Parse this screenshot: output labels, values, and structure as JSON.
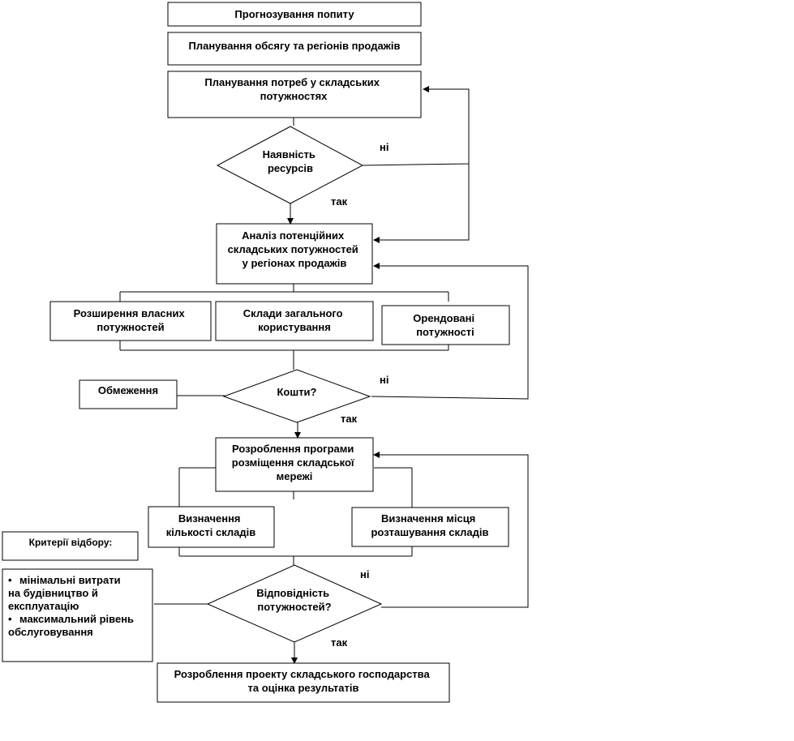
{
  "nodes": {
    "forecast": "Прогнозування попиту",
    "planning_sales": "Планування обсягу та регіонів продажів",
    "planning_needs": [
      "Планування потреб у складських",
      "потужностях"
    ],
    "resources_decision": [
      "Наявність",
      "ресурсів"
    ],
    "analysis": [
      "Аналіз потенційних",
      "складських потужностей",
      "у регіонах продажів"
    ],
    "own_expansion": [
      "Розширення власних",
      "потужностей"
    ],
    "public_warehouses": [
      "Склади загального",
      "користування"
    ],
    "rented": [
      "Орендовані",
      "потужності"
    ],
    "restrictions": "Обмеження",
    "funds_decision": "Кошти?",
    "network_program": [
      "Розроблення програми",
      "розміщення складської",
      "мережі"
    ],
    "count_warehouses": [
      "Визначення",
      "кількості складів"
    ],
    "location_warehouses": [
      "Визначення місця",
      "розташування складів"
    ],
    "criteria_title": "Критерії  відбору:",
    "capacity_decision": [
      "Відповідність",
      "потужностей?"
    ],
    "final": [
      "Розроблення проекту складського господарства",
      "та оцінка результатів"
    ]
  },
  "labels": {
    "no": "ні",
    "yes": "так"
  },
  "criteria": {
    "items": [
      {
        "bullet": "•",
        "lines": [
          "мінімальні витрати",
          "на будівництво й",
          "експлуатацію"
        ]
      },
      {
        "bullet": "•",
        "lines": [
          "максимальний рівень",
          "обслуговування"
        ]
      }
    ]
  }
}
